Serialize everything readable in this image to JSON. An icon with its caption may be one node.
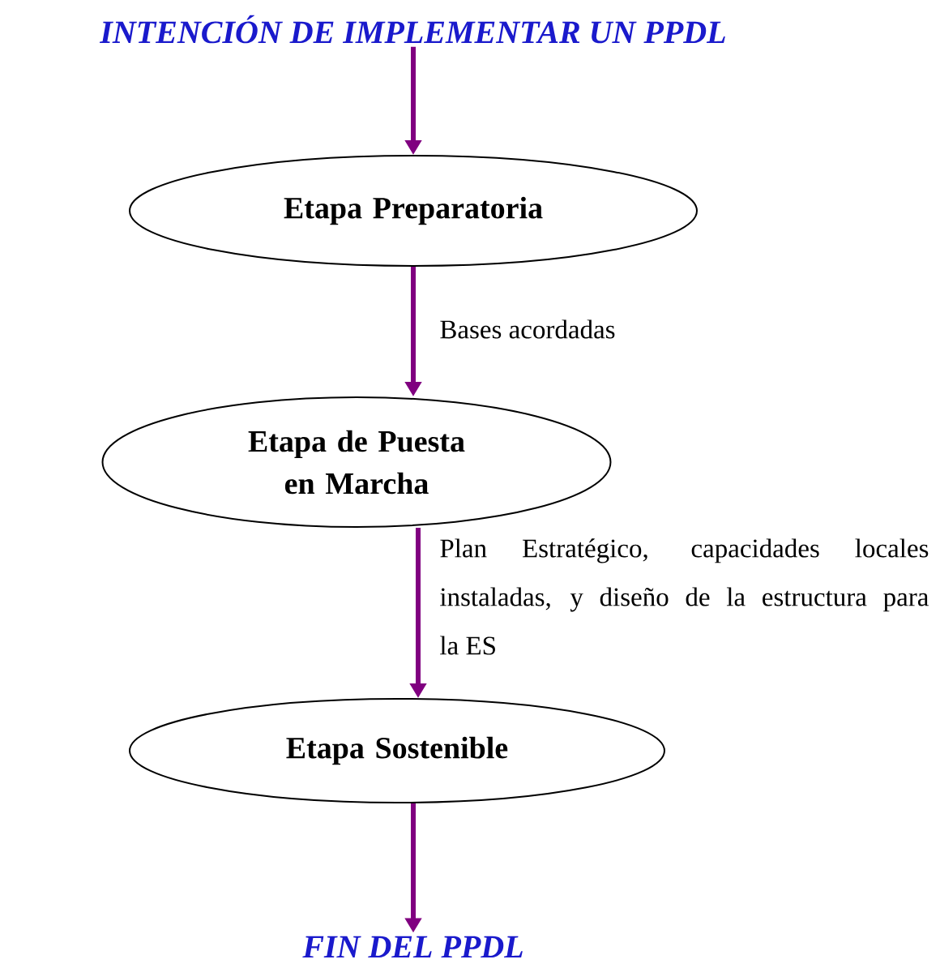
{
  "diagram": {
    "nodes": [
      {
        "text": [
          "INTENCIÓN DE IMPLEMENTAR UN PPDL"
        ]
      },
      {
        "text": [
          "Etapa Preparatoria"
        ]
      },
      {
        "text": [
          "Etapa de Puesta en Marcha"
        ]
      },
      {
        "text": [
          "Etapa Sostenible"
        ]
      },
      {
        "text": [
          "FIN DEL PPDL"
        ]
      }
    ],
    "edges": [
      {
        "from": 0,
        "to": 1,
        "arrow": "to"
      },
      {
        "from": 1,
        "to": 2,
        "arrow": "to",
        "label": "Bases acordadas"
      },
      {
        "from": 2,
        "to": 3,
        "arrow": "to",
        "label": "Plan Estratégico, capacidades locales instaladas, y diseño de la estructura para la ES"
      },
      {
        "from": 3,
        "to": 4,
        "arrow": "to"
      }
    ]
  }
}
